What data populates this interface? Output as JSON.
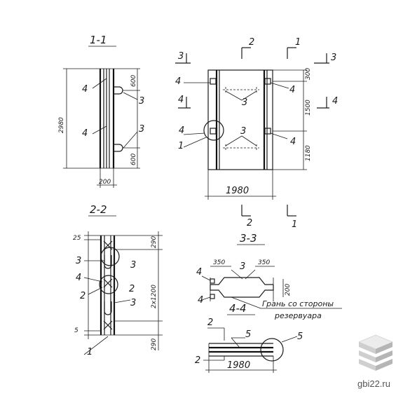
{
  "sections": {
    "s11": {
      "title": "1-1",
      "dims": [
        "2980",
        "600",
        "600",
        "200"
      ],
      "callouts": [
        "4",
        "4",
        "3",
        "3"
      ]
    },
    "plan": {
      "cut_marks": [
        "2",
        "1",
        "3",
        "3",
        "4",
        "4",
        "2",
        "1"
      ],
      "dims": [
        "300",
        "1500",
        "1180",
        "1980"
      ],
      "callouts": [
        "4",
        "4",
        "3",
        "4",
        "1",
        "3",
        "4"
      ]
    },
    "s22": {
      "title": "2-2",
      "dims": [
        "25",
        "5",
        "290",
        "2x1200",
        "290"
      ],
      "callouts": [
        "3",
        "3",
        "4",
        "2",
        "2",
        "3",
        "1"
      ]
    },
    "s33": {
      "title": "3-3",
      "dims": [
        "350",
        "350",
        "200"
      ],
      "callouts": [
        "3",
        "4",
        "4"
      ],
      "note_line1": "Грань со стороны",
      "note_line2": "резервуара"
    },
    "s44": {
      "title": "4-4",
      "dims": [
        "1980"
      ],
      "callouts": [
        "2",
        "2",
        "5",
        "5"
      ]
    }
  },
  "watermark": {
    "text": "gbi22.ru",
    "icon": "stacked-slabs-icon"
  }
}
